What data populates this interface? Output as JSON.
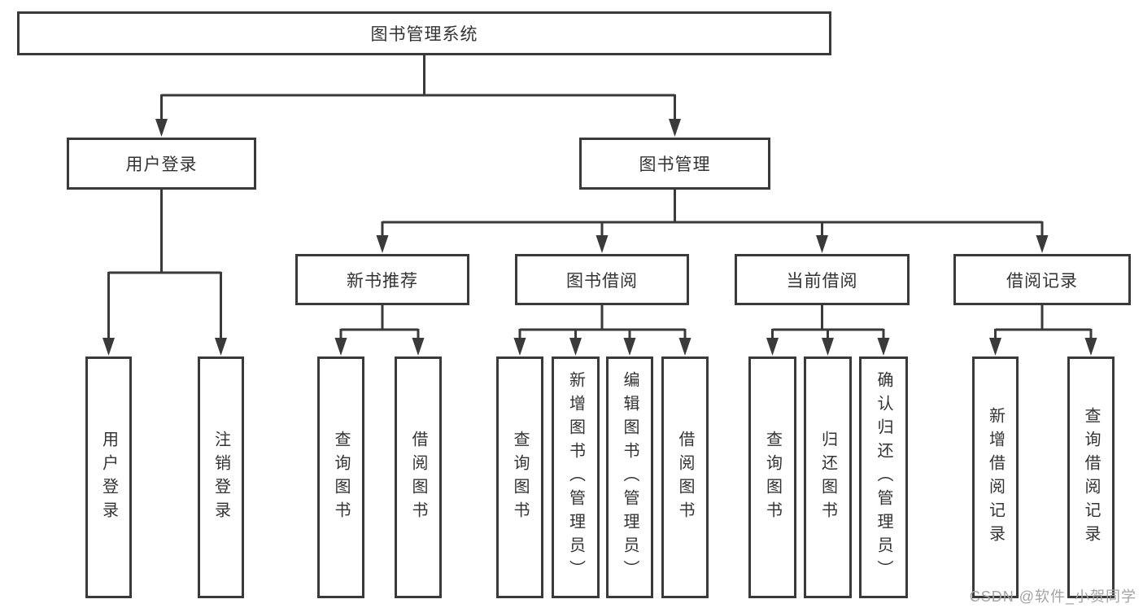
{
  "tree": {
    "root": {
      "label": "图书管理系统"
    },
    "children": [
      {
        "label": "用户登录",
        "children": [
          {
            "label": "用户登录"
          },
          {
            "label": "注销登录"
          }
        ]
      },
      {
        "label": "图书管理",
        "children": [
          {
            "label": "新书推荐",
            "children": [
              {
                "label": "查询图书"
              },
              {
                "label": "借阅图书"
              }
            ]
          },
          {
            "label": "图书借阅",
            "children": [
              {
                "label": "查询图书"
              },
              {
                "label": "新增图书（管理员）"
              },
              {
                "label": "编辑图书（管理员）"
              },
              {
                "label": "借阅图书"
              }
            ]
          },
          {
            "label": "当前借阅",
            "children": [
              {
                "label": "查询图书"
              },
              {
                "label": "归还图书"
              },
              {
                "label": "确认归还（管理员）"
              }
            ]
          },
          {
            "label": "借阅记录",
            "children": [
              {
                "label": "新增借阅记录"
              },
              {
                "label": "查询借阅记录"
              }
            ]
          }
        ]
      }
    ]
  },
  "watermark": {
    "text": "CSDN @软件_小贺同学"
  },
  "colors": {
    "line": "#3a3a3a",
    "text": "#333333",
    "background": "#ffffff",
    "watermark": "#a3a3a3"
  }
}
